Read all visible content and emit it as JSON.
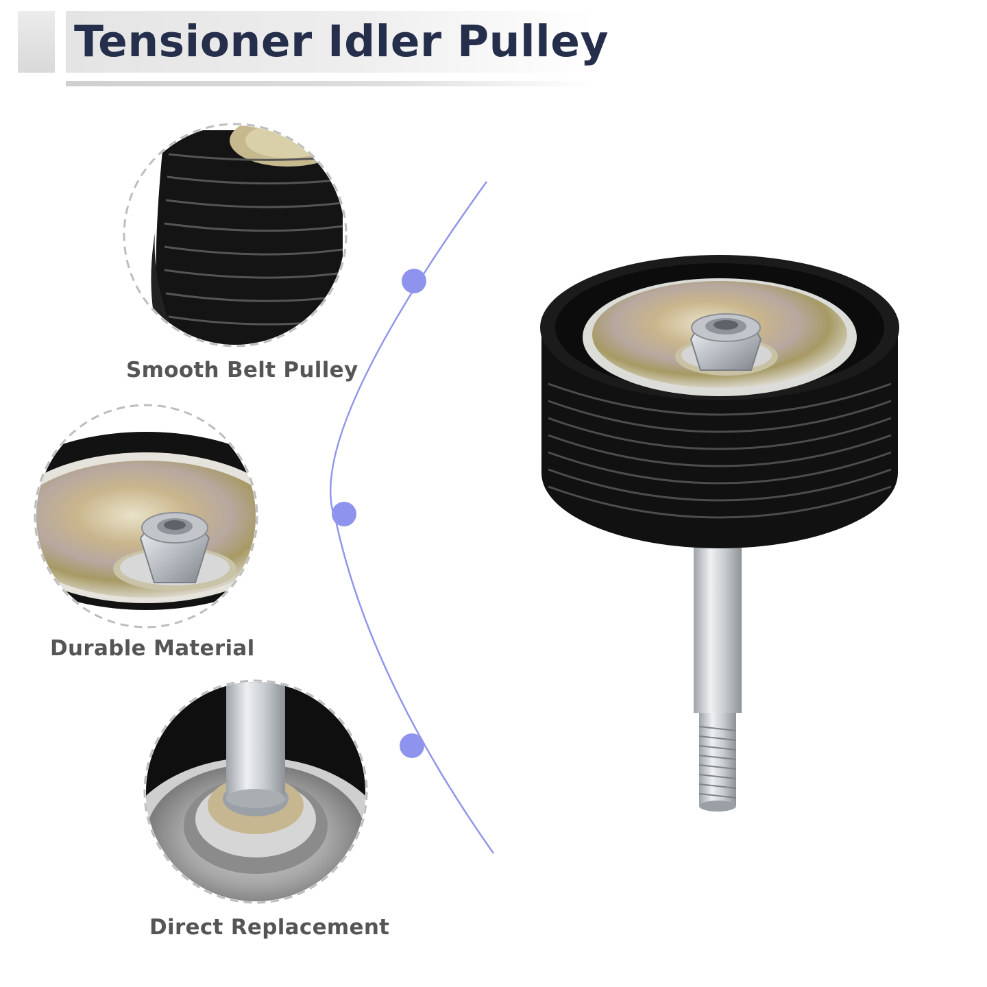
{
  "header": {
    "title": "Tensioner Idler Pulley"
  },
  "features": [
    {
      "label": "Smooth Belt Pulley"
    },
    {
      "label": "Durable Material"
    },
    {
      "label": "Direct Replacement"
    }
  ],
  "colors": {
    "title_text": "#252e4a",
    "label_text": "#555555",
    "accent_dot": "#8e94ee",
    "arc_line": "#7d83e6"
  }
}
